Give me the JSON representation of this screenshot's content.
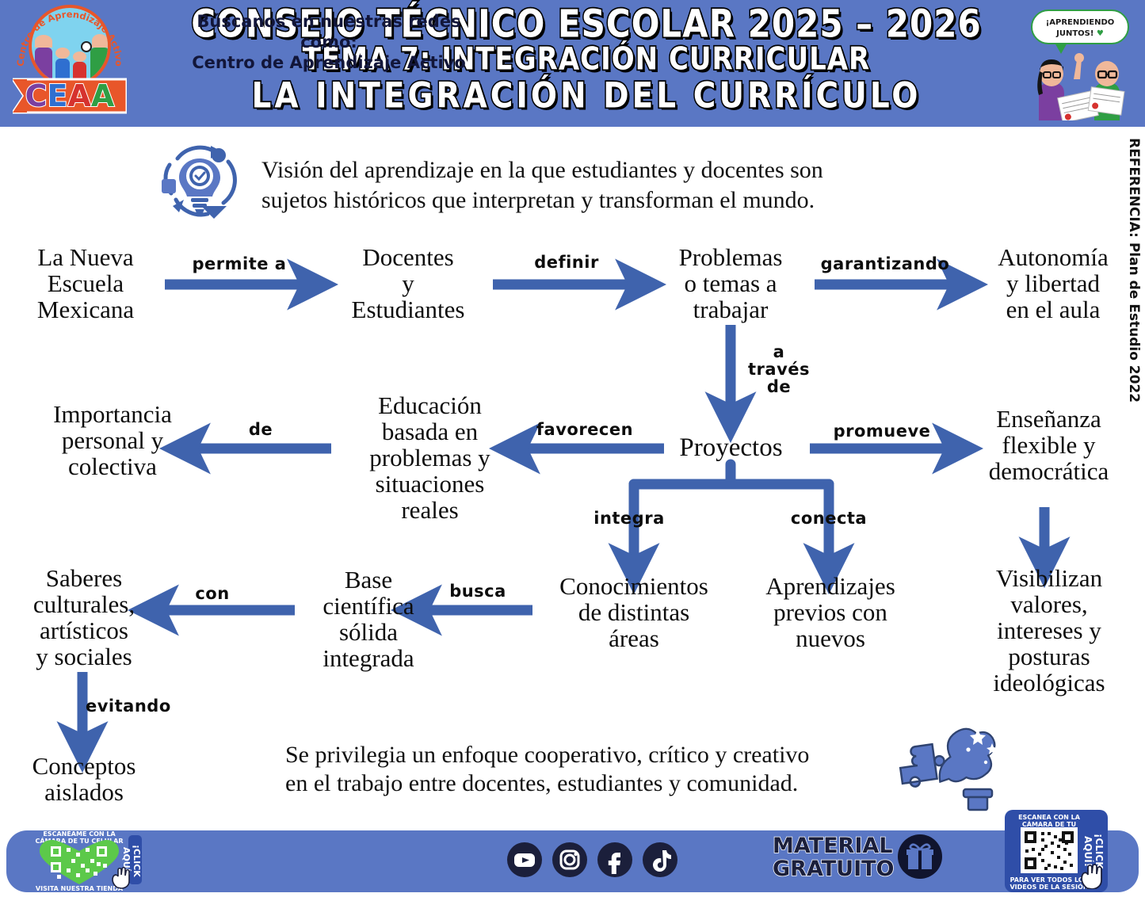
{
  "header": {
    "line1": "CONSEJO TÉCNICO ESCOLAR 2025 – 2026",
    "line2": "TEMA 7: INTEGRACIÓN CURRICULAR",
    "line3": "LA INTEGRACIÓN DEL CURRÍCULO",
    "logo_text": "CEAA",
    "logo_arc": "Centro de Aprendizaje Activo",
    "bubble_line1": "¡APRENDIENDO",
    "bubble_line2": "JUNTOS!",
    "brand_color": "#5a77c4"
  },
  "vision": {
    "line1": "Visión del aprendizaje en la que estudiantes y docentes son",
    "line2": "sujetos históricos que interpretan y transforman el mundo.",
    "icon": "lightbulb-gear-cycle-icon"
  },
  "reference": {
    "text": "REFERENCIA: Plan de Estudio 2022"
  },
  "diagram": {
    "arrow_color": "#3f63ad",
    "nodes": [
      {
        "id": "nem",
        "lines": [
          "La Nueva",
          "Escuela",
          "Mexicana"
        ]
      },
      {
        "id": "docentes",
        "lines": [
          "Docentes",
          "y",
          "Estudiantes"
        ]
      },
      {
        "id": "problemas",
        "lines": [
          "Problemas",
          "o temas a",
          "trabajar"
        ]
      },
      {
        "id": "autonomia",
        "lines": [
          "Autonomía",
          "y libertad",
          "en el aula"
        ]
      },
      {
        "id": "proyectos",
        "lines": [
          "Proyectos"
        ]
      },
      {
        "id": "educacion",
        "lines": [
          "Educación",
          "basada en",
          "problemas y",
          "situaciones",
          "reales"
        ]
      },
      {
        "id": "importancia",
        "lines": [
          "Importancia",
          "personal y",
          "colectiva"
        ]
      },
      {
        "id": "ensenanza",
        "lines": [
          "Enseñanza",
          "flexible y",
          "democrática"
        ]
      },
      {
        "id": "conocimientos",
        "lines": [
          "Conocimientos",
          "de distintas",
          "áreas"
        ]
      },
      {
        "id": "aprendizajes",
        "lines": [
          "Aprendizajes",
          "previos con",
          "nuevos"
        ]
      },
      {
        "id": "visibilizan",
        "lines": [
          "Visibilizan",
          "valores,",
          "intereses y",
          "posturas",
          "ideológicas"
        ]
      },
      {
        "id": "base",
        "lines": [
          "Base",
          "científica",
          "sólida",
          "integrada"
        ]
      },
      {
        "id": "saberes",
        "lines": [
          "Saberes",
          "culturales,",
          "artísticos",
          "y sociales"
        ]
      },
      {
        "id": "conceptos",
        "lines": [
          "Conceptos",
          "aislados"
        ]
      }
    ],
    "labels": [
      {
        "id": "permite-a",
        "lines": [
          "permite a"
        ]
      },
      {
        "id": "definir",
        "lines": [
          "definir"
        ]
      },
      {
        "id": "garantizando",
        "lines": [
          "garantizando"
        ]
      },
      {
        "id": "a-traves-de",
        "lines": [
          "a",
          "través",
          "de"
        ]
      },
      {
        "id": "favorecen",
        "lines": [
          "favorecen"
        ]
      },
      {
        "id": "de",
        "lines": [
          "de"
        ]
      },
      {
        "id": "promueve",
        "lines": [
          "promueve"
        ]
      },
      {
        "id": "integra",
        "lines": [
          "integra"
        ]
      },
      {
        "id": "conecta",
        "lines": [
          "conecta"
        ]
      },
      {
        "id": "busca",
        "lines": [
          "busca"
        ]
      },
      {
        "id": "con",
        "lines": [
          "con"
        ]
      },
      {
        "id": "evitando",
        "lines": [
          "evitando"
        ]
      }
    ]
  },
  "bottom_note": {
    "line1": "Se privilegia un enfoque cooperativo, crítico y creativo",
    "line2": "en el trabajo entre docentes, estudiantes y comunidad."
  },
  "footer": {
    "cta_line1": "Búscanos en nuestras redes como:",
    "cta_line2": "Centro de Aprendizaje Activo",
    "social": [
      {
        "name": "youtube-icon",
        "glyph": "▶"
      },
      {
        "name": "instagram-icon",
        "glyph": "◎"
      },
      {
        "name": "facebook-icon",
        "glyph": "f"
      },
      {
        "name": "tiktok-icon",
        "glyph": "♪"
      }
    ],
    "material_line1": "MATERIAL",
    "material_line2": "GRATUITO",
    "gift_icon": "gift-icon",
    "qr_left": {
      "top": "ESCANÉAME CON LA CÁMARA DE TU CELULAR",
      "bottom": "VISITA NUESTRA TIENDA",
      "click": "¡CLICK AQUÍ!"
    },
    "qr_right": {
      "top": "ESCANEA CON LA CÁMARA DE TU CELULAR",
      "bottom": "PARA VER TODOS LOS VIDEOS DE LA SESIÓN",
      "click": "¡CLICK AQUÍ!"
    }
  }
}
